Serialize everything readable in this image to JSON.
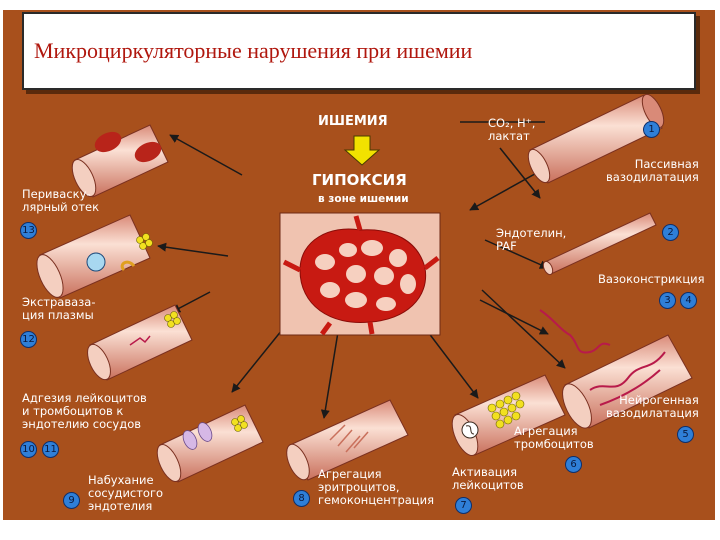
{
  "title": "Микроциркуляторные нарушения при ишемии",
  "center": {
    "ischemia": "ИШЕМИЯ",
    "hypoxia": "ГИПОКСИЯ",
    "hypoxia_sub": "в зоне ишемии"
  },
  "labels": {
    "co2": "CO₂, H⁺,\nлактат",
    "passive": "Пассивная\nвазодилатация",
    "endothelin": "Эндотелин,\nPAF",
    "vasoconstriction": "Вазоконстрикция",
    "neurogenic": "Нейрогенная\nвазодилатация",
    "platelet_aggregation": "Агрегация\nтромбоцитов",
    "leukocyte_activation": "Активация\nлейкоцитов",
    "erythrocyte_aggregation": "Агрегация\nэритроцитов,\nгемоконцентрация",
    "endothelium_swelling": "Набухание\nсосудистого\nэндотелия",
    "adhesion": "Адгезия лейкоцитов\nи тромбоцитов к\nэндотелию сосудов",
    "extravasation": "Экстравазa-\nция плазмы",
    "perivascular": "Периваску-\nлярный отек"
  },
  "numbers": {
    "n1": "1",
    "n2": "2",
    "n3": "3",
    "n4": "4",
    "n5": "5",
    "n6": "6",
    "n7": "7",
    "n8": "8",
    "n9": "9",
    "n10": "10",
    "n11": "11",
    "n12": "12",
    "n13": "13"
  },
  "colors": {
    "panel": "#a8501c",
    "title": "#b0170e",
    "vessel": "#f2c4b4",
    "blood": "#b8241a",
    "marker": "#2f7fd8",
    "hypoxia_arrow": "#f2e200"
  }
}
